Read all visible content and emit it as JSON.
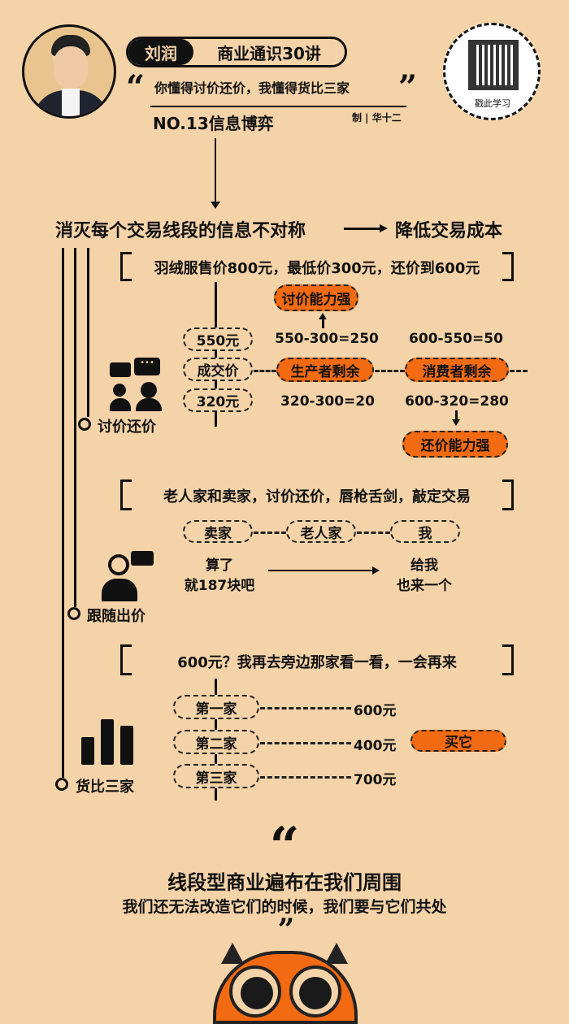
{
  "header": {
    "author": "刘润",
    "series": "商业通识30讲",
    "quote": "你懂得讨价还价，我懂得货比三家",
    "episode": "NO.13信息博弈",
    "credit": "制 | 华十二",
    "qr_label": "戳此学习"
  },
  "main_heading": {
    "left": "消灭每个交易线段的信息不对称",
    "right": "降低交易成本"
  },
  "section1": {
    "title": "讨价还价",
    "bracket": "羽绒服售价800元，最低价300元，还价到600元",
    "prices": [
      "550元",
      "成交价",
      "320元"
    ],
    "producer_label": "生产者剩余",
    "consumer_label": "消费者剩余",
    "calc_top_left": "550-300=250",
    "calc_top_right": "600-550=50",
    "calc_bottom_left": "320-300=20",
    "calc_bottom_right": "600-320=280",
    "bargain_strong": "讨价能力强",
    "counter_strong": "还价能力强"
  },
  "section2": {
    "title": "跟随出价",
    "bracket": "老人家和卖家，讨价还价，唇枪舌剑，敲定交易",
    "roles": [
      "卖家",
      "老人家",
      "我"
    ],
    "left_text": [
      "算了",
      "就187块吧"
    ],
    "right_text": [
      "给我",
      "也来一个"
    ]
  },
  "section3": {
    "title": "货比三家",
    "bracket": "600元？我再去旁边那家看一看，一会再来",
    "shops": [
      {
        "name": "第一家",
        "price": "600元"
      },
      {
        "name": "第二家",
        "price": "400元"
      },
      {
        "name": "第三家",
        "price": "700元"
      }
    ],
    "choice": "买它"
  },
  "footer": {
    "headline": "线段型商业遍布在我们周围",
    "sub": "我们还无法改造它们的时候，我们要与它们共处"
  },
  "colors": {
    "background": "#F5D3A8",
    "accent": "#F26A12",
    "ink": "#111111"
  }
}
